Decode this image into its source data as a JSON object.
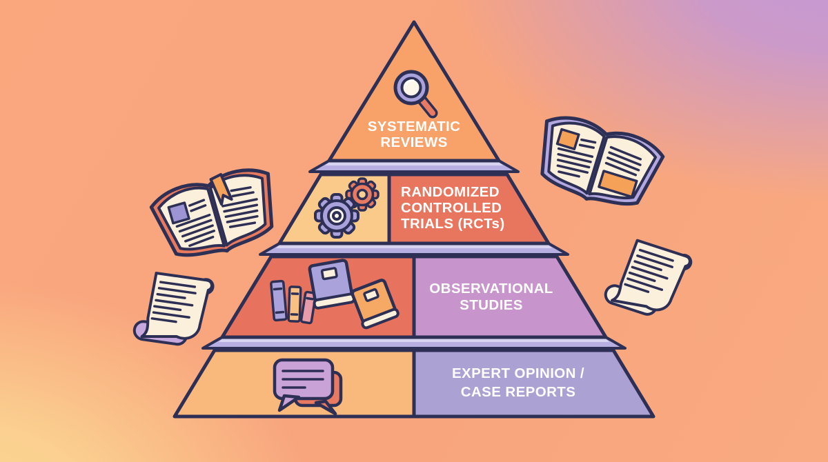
{
  "palette": {
    "outline": "#2D2F55",
    "label_text": "#FFFFFF",
    "base_strip": "#B7AFE1",
    "base_strip_highlight": "#D8D4F0",
    "lavender_icon": "#A9A2DB",
    "coral_icon": "#E87A61",
    "cream": "#FBF0DB"
  },
  "background": {
    "top_left": "#FAA77E",
    "top_right": "#C498D6",
    "bottom_left": "#FBD592",
    "bottom_right": "#FAA87E"
  },
  "pyramid": {
    "levels": [
      {
        "id": "systematic-reviews",
        "label": "SYSTEMATIC REVIEWS",
        "lines": [
          "SYSTEMATIC",
          "REVIEWS"
        ],
        "icon": "magnifier-icon",
        "fill": "#F8A26A"
      },
      {
        "id": "randomized-controlled-trials",
        "label": "RANDOMIZED CONTROLLED TRIALS (RCTs)",
        "lines": [
          "RANDOMIZED",
          "CONTROLLED",
          "TRIALS (RCTs)"
        ],
        "icon": "gears-icon",
        "icon_zone_fill": "#FACA8A",
        "text_zone_fill": "#E8765F"
      },
      {
        "id": "observational-studies",
        "label": "OBSERVATIONAL STUDIES",
        "lines": [
          "OBSERVATIONAL",
          "STUDIES"
        ],
        "icon": "books-icon",
        "icon_zone_fill": "#E7725D",
        "text_zone_fill": "#C795CB"
      },
      {
        "id": "expert-opinion-case-reports",
        "label": "EXPERT OPINION / CASE REPORTS",
        "lines": [
          "EXPERT OPINION /",
          "CASE REPORTS"
        ],
        "icon": "chat-bubbles-icon",
        "icon_zone_fill": "#FAB97C",
        "text_zone_fill": "#ABA1D3"
      }
    ]
  },
  "decorations": [
    {
      "name": "open-book-left"
    },
    {
      "name": "open-book-right"
    },
    {
      "name": "scroll-left"
    },
    {
      "name": "scroll-right"
    }
  ]
}
